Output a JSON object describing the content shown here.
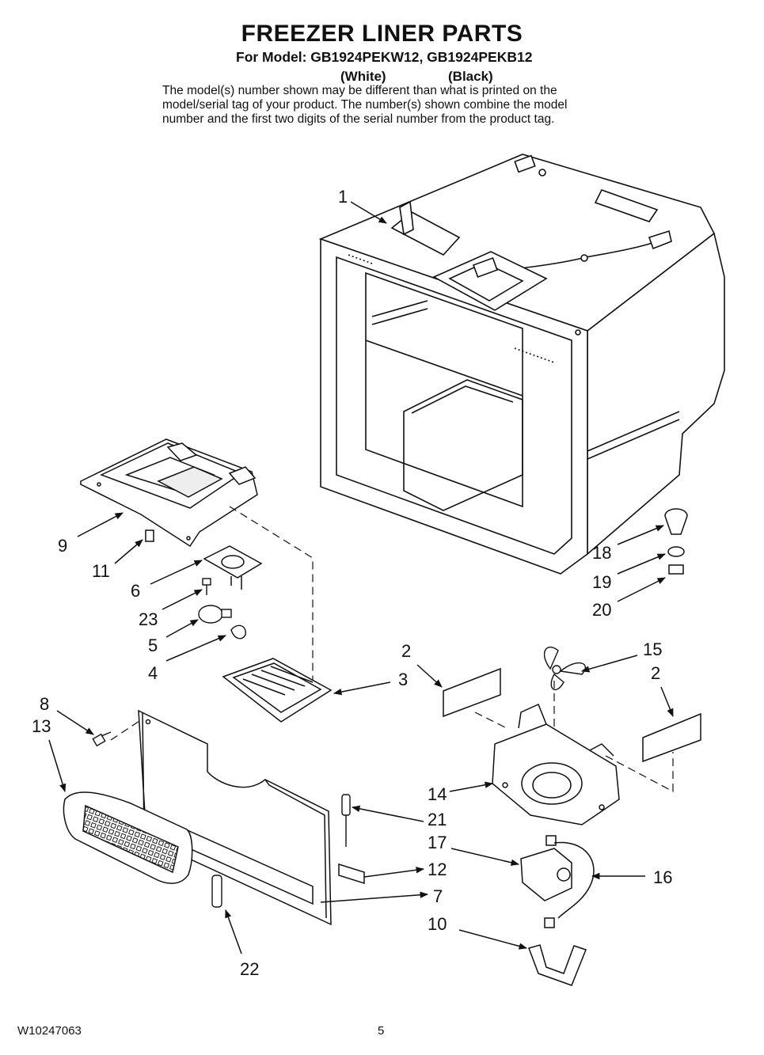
{
  "header": {
    "title": "FREEZER LINER PARTS",
    "model_line": "For Model: GB1924PEKW12, GB1924PEKB12",
    "color_white": "(White)",
    "color_black": "(Black)",
    "note_lines": [
      "The model(s) number shown may be different than what is printed on the",
      "model/serial tag of your product. The number(s) shown combine the model",
      "number and the first two digits of the serial number from the product tag."
    ]
  },
  "callouts": {
    "c1": "1",
    "c2a": "2",
    "c2b": "2",
    "c3": "3",
    "c4": "4",
    "c5": "5",
    "c6": "6",
    "c7": "7",
    "c8": "8",
    "c9": "9",
    "c10": "10",
    "c11": "11",
    "c12": "12",
    "c13": "13",
    "c14": "14",
    "c15": "15",
    "c16": "16",
    "c17": "17",
    "c18": "18",
    "c19": "19",
    "c20": "20",
    "c21": "21",
    "c22": "22",
    "c23": "23"
  },
  "footer": {
    "doc_number": "W10247063",
    "page_number": "5"
  }
}
